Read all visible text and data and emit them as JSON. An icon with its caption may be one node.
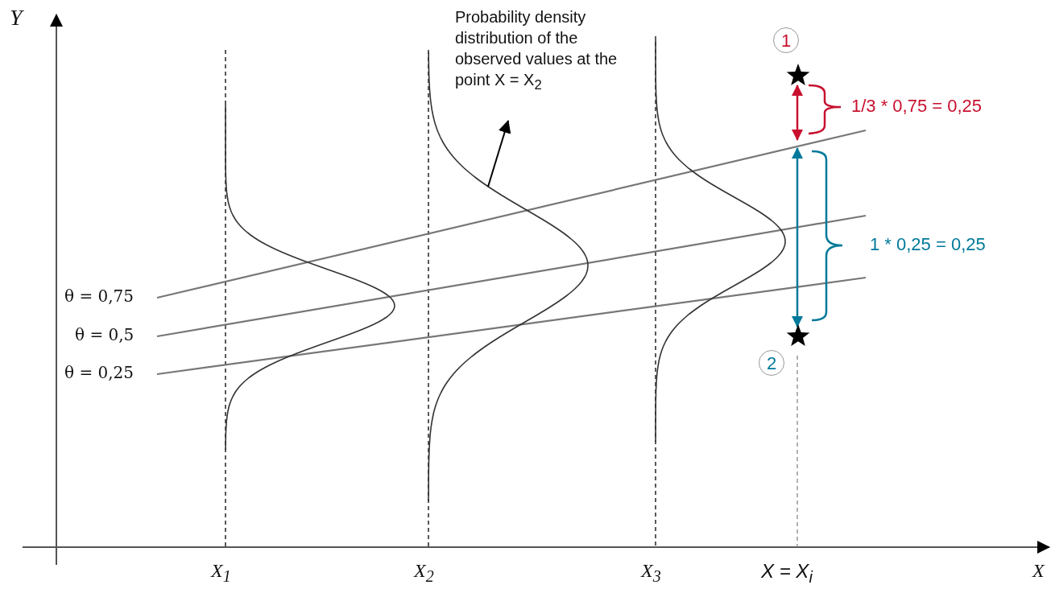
{
  "diagram": {
    "nodes": [
      {
        "text": [
          "Probability density distribution of the observed values at the point X = X$_{2}$"
        ]
      },
      {
        "text": [],
        "shape": "curve"
      }
    ],
    "edges": [
      {
        "from": 1,
        "to": 0,
        "arrow": "to"
      }
    ],
    "labels": [
      "Y",
      "1",
      "1/3 * 0,75 = 0,25",
      "1 * 0,25 = 0,25",
      "θ = 0,75",
      "θ = 0,5",
      "θ = 0,25",
      "2",
      "X$_{1}$",
      "X$_{2}$",
      "X$_{3}$",
      "X = X$_{i}$",
      "X"
    ]
  }
}
